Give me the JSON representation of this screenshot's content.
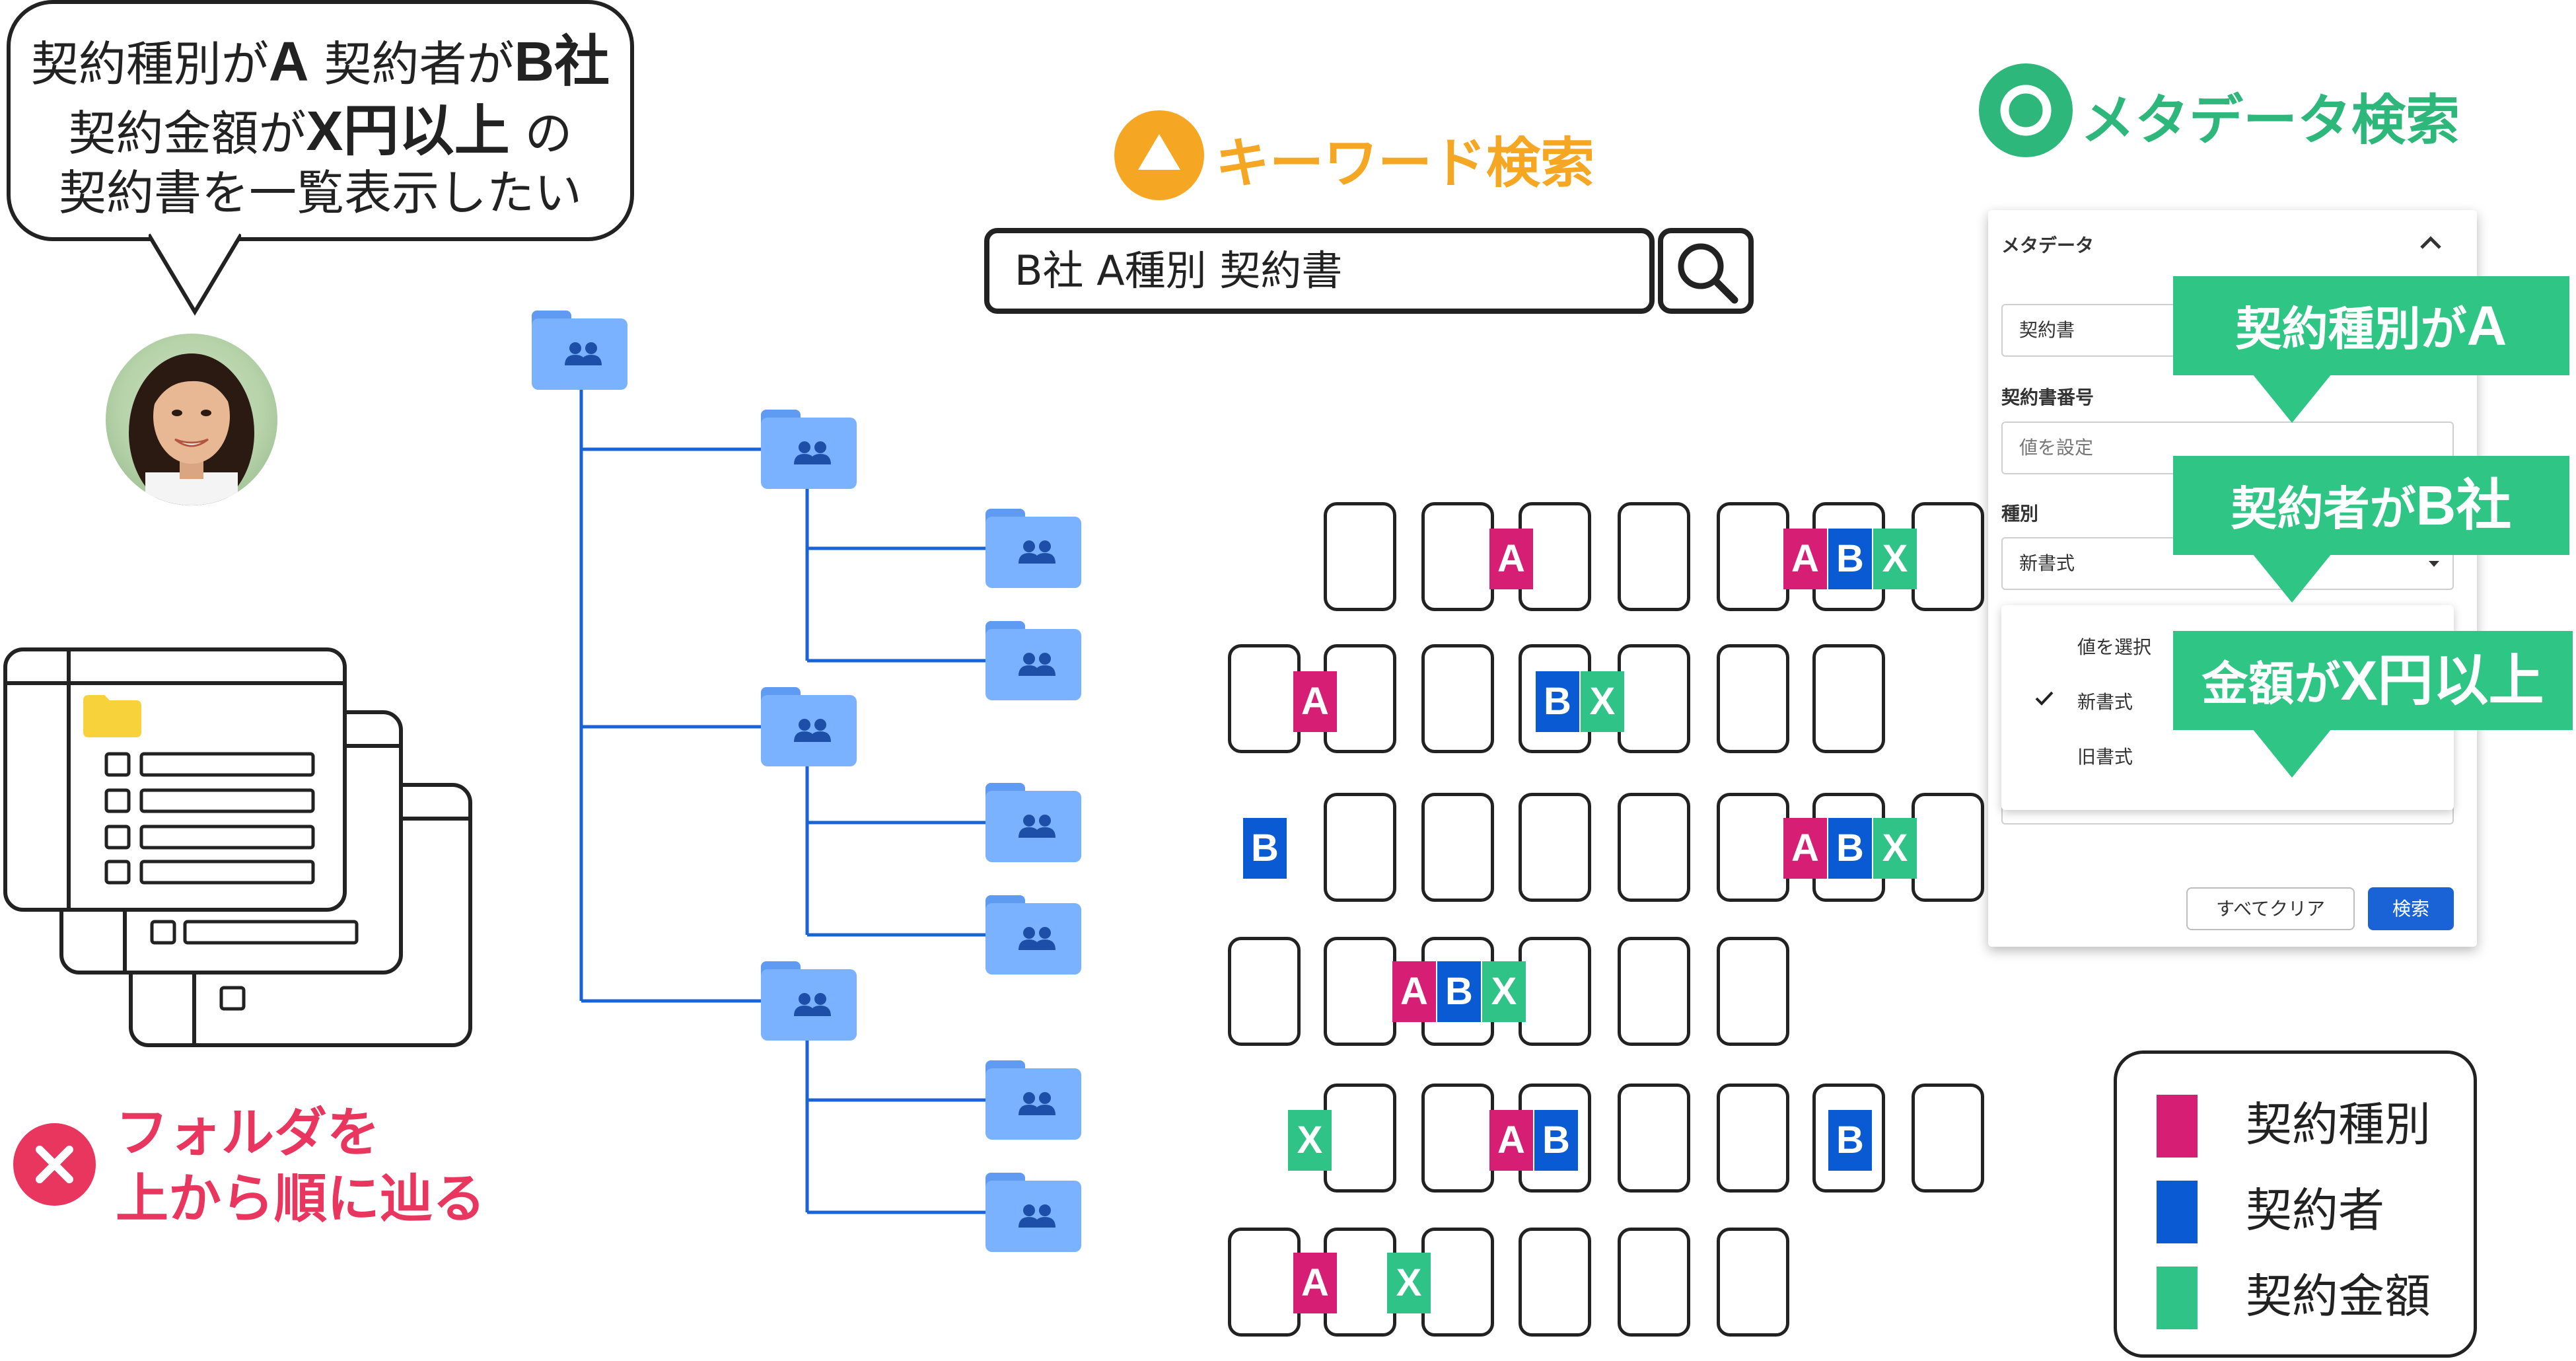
{
  "bubble": {
    "line1": {
      "p1": "契約種別が",
      "p2": "A",
      "p3": " 契約者が",
      "p4": "B社"
    },
    "line2": {
      "p1": "契約金額が",
      "p2": "X円以上",
      "p3": " の"
    },
    "line3": "契約書を一覧表示したい"
  },
  "bad_method": {
    "line1": "フォルダを",
    "line2": "上から順に辿る"
  },
  "keyword_search": {
    "heading": "キーワード検索",
    "query": "B社 A種別 契約書"
  },
  "metadata_search": {
    "heading": "メタデータ検索",
    "panel": {
      "title": "メタデータ",
      "field1_value": "契約書",
      "field2_label": "契約書番号",
      "field2_placeholder": "値を設定",
      "field3_label": "種別",
      "field3_value": "新書式",
      "dropdown_options": [
        {
          "label": "値を選択",
          "checked": false
        },
        {
          "label": "新書式",
          "checked": true
        },
        {
          "label": "旧書式",
          "checked": false
        }
      ],
      "clear_button": "すべてクリア",
      "search_button": "検索"
    },
    "callouts": [
      {
        "p1": "契約種別が",
        "p2": "A"
      },
      {
        "p1": "契約者が",
        "p2": "B社"
      },
      {
        "p1": "金額が",
        "p2": "X円以上"
      }
    ]
  },
  "legend": [
    {
      "label": "契約種別",
      "color": "#d61f74"
    },
    {
      "label": "契約者",
      "color": "#0a5ad4"
    },
    {
      "label": "契約金額",
      "color": "#2fc387"
    }
  ],
  "tag_letters": {
    "A": "A",
    "B": "B",
    "X": "X"
  },
  "colors": {
    "accent_orange": "#f5a623",
    "accent_green": "#2db77b",
    "error_red": "#e8365f",
    "folder_blue": "#7ab2ff",
    "tree_line": "#1a63d6"
  }
}
